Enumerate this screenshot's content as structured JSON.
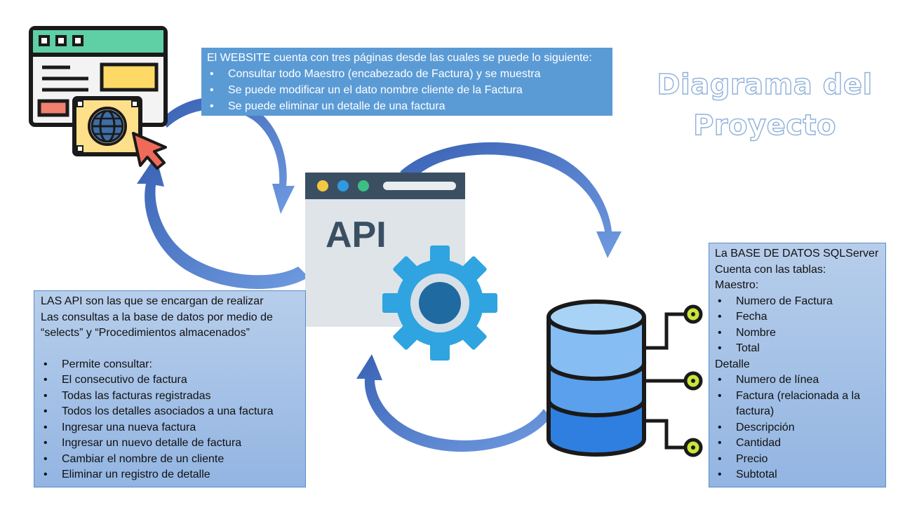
{
  "title": {
    "line1": "Diagrama del",
    "line2": "Proyecto"
  },
  "api_window": {
    "label": "API",
    "icon": "gear-icon"
  },
  "website_box": {
    "heading": "El WEBSITE cuenta con tres páginas desde las cuales se puede lo siguiente:",
    "items": [
      "Consultar todo Maestro (encabezado de Factura) y se muestra",
      "Se puede modificar un el dato nombre cliente de la Factura",
      "Se puede eliminar un detalle de una factura"
    ]
  },
  "api_box": {
    "line1": "LAS API son las que se encargan de realizar",
    "line2": "Las consultas a la base de datos por medio de",
    "line3": "“selects” y “Procedimientos almacenados”",
    "items": [
      "Permite consultar:",
      "El consecutivo de factura",
      "Todas las facturas registradas",
      "Todos los detalles asociados a una factura",
      "Ingresar una nueva factura",
      "Ingresar un nuevo detalle de factura",
      "Cambiar el nombre de un cliente",
      "Eliminar un registro de detalle"
    ]
  },
  "db_box": {
    "line1": "La BASE DE DATOS SQLServer",
    "line2": "Cuenta con las tablas:",
    "maestro_label": "Maestro:",
    "maestro_items": [
      "Numero de Factura",
      "Fecha",
      "Nombre",
      "Total"
    ],
    "detalle_label": "Detalle",
    "detalle_items": [
      "Numero de línea",
      "Factura (relacionada a la factura)",
      "Descripción",
      "Cantidad",
      "Precio",
      "Subtotal"
    ]
  },
  "colors": {
    "arrow": "#4472c4",
    "info_box": "#5b9bd5",
    "panel_fill": "#a9c4e8",
    "gear": "#2fa4e0",
    "db_top": "#a8d3f7",
    "db_bottom": "#2f7fe0",
    "connector": "#c9e63a"
  }
}
